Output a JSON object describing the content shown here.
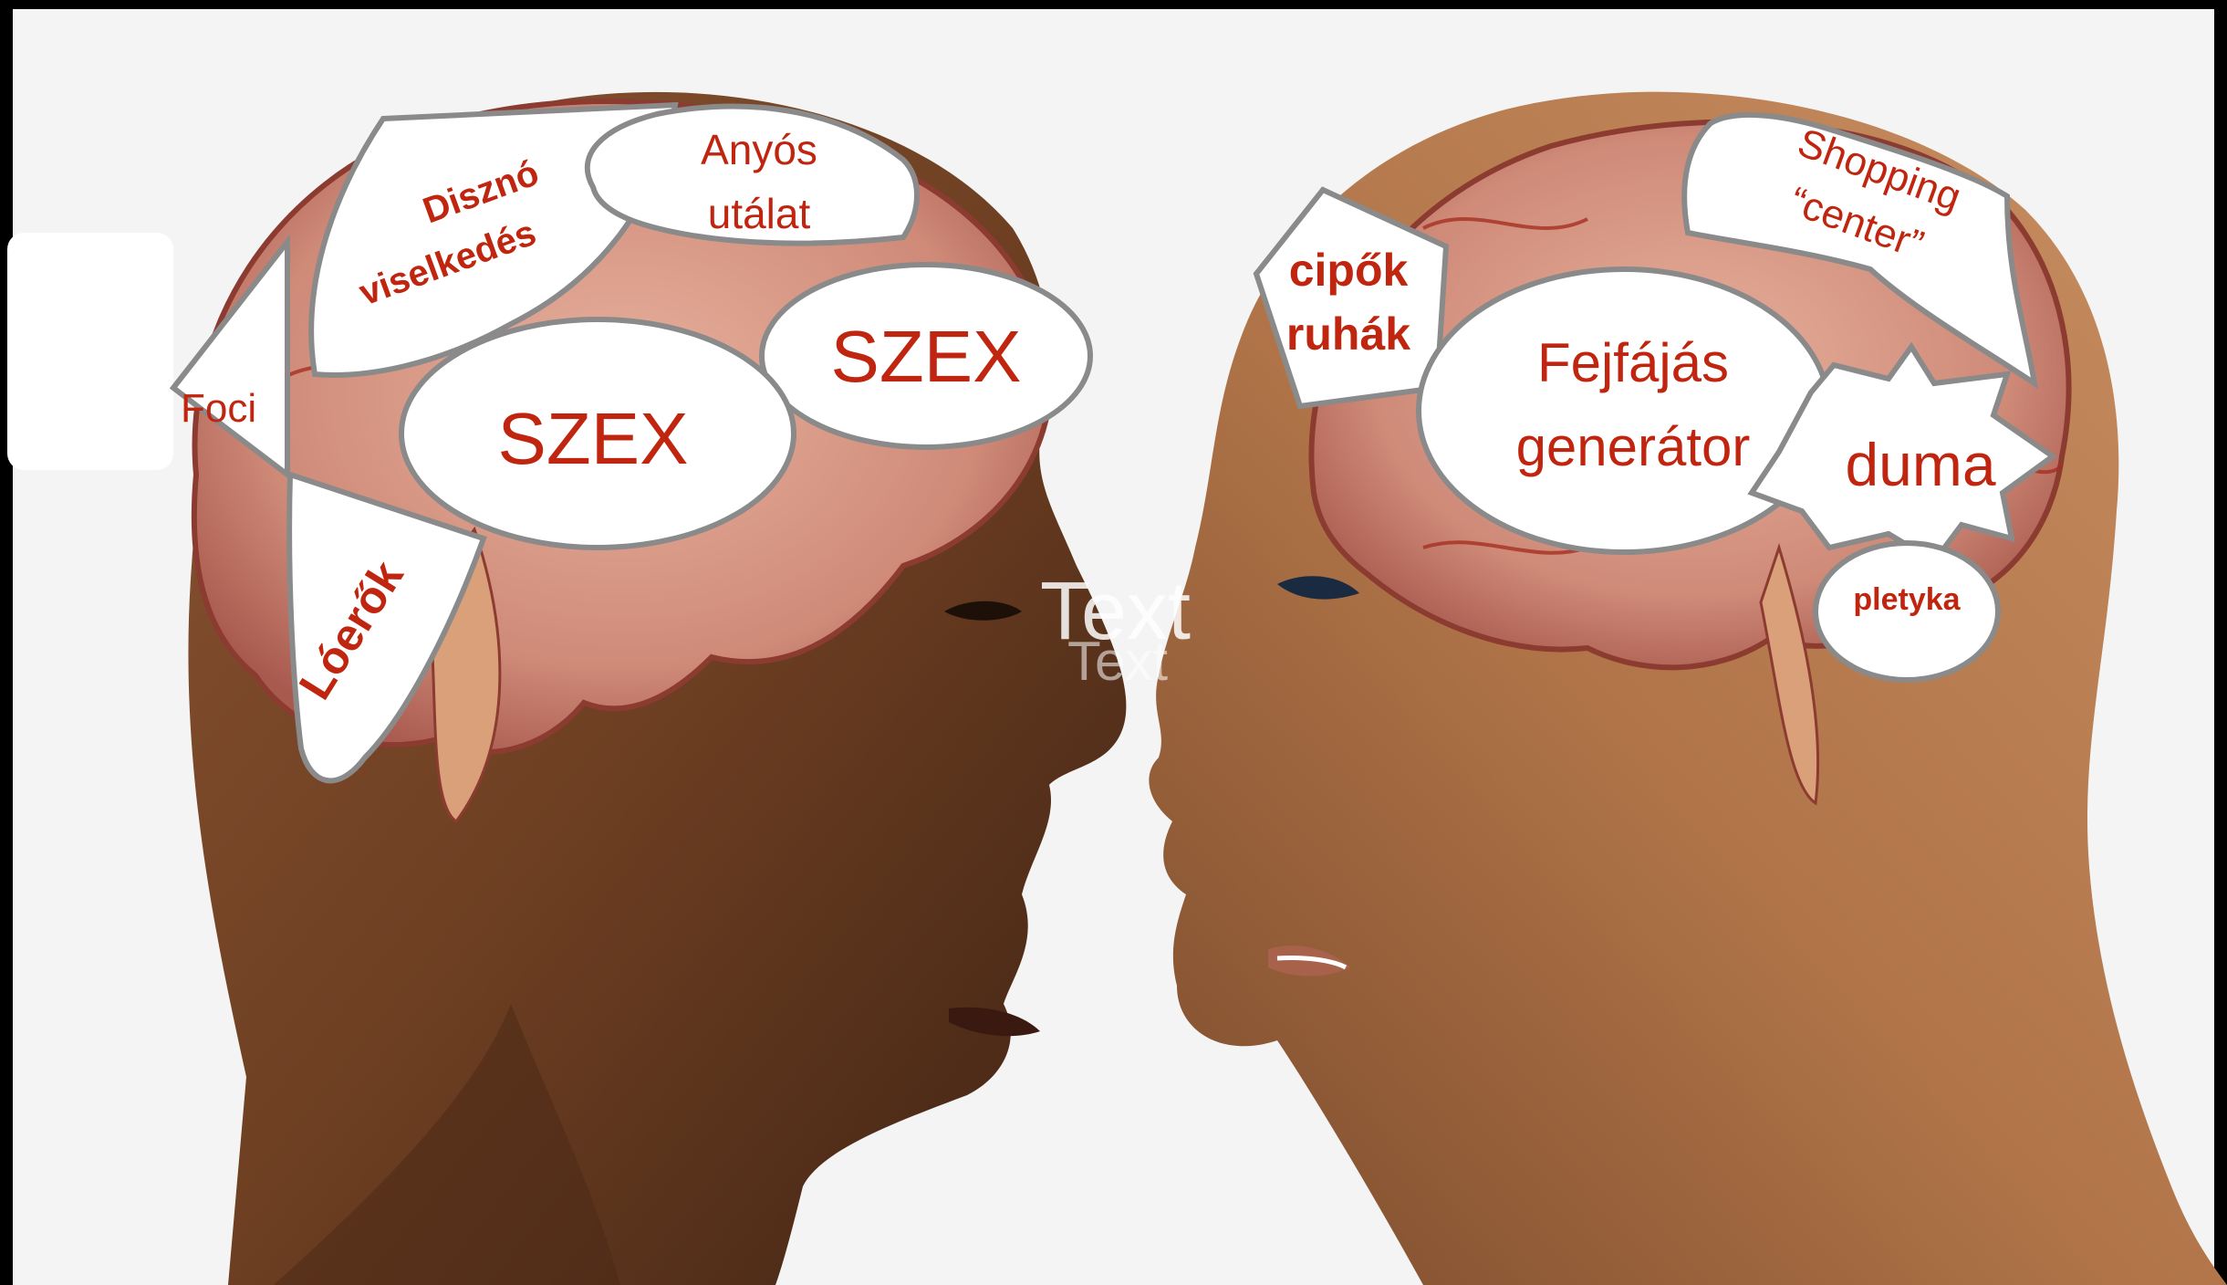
{
  "male_brain": {
    "foci": "Foci",
    "loerok": "Lóerők",
    "diszno_line1": "Disznó",
    "diszno_line2": "viselkedés",
    "anyos_line1": "Anyós",
    "anyos_line2": "utálat",
    "szex_small": "SZEX",
    "szex_large": "SZEX"
  },
  "female_brain": {
    "cipok_line1": "cipők",
    "cipok_line2": "ruhák",
    "fejfajas_line1": "Fejfájás",
    "fejfajas_line2": "generátor",
    "shopping_line1": "Shopping",
    "shopping_line2": "“center”",
    "duma": "duma",
    "pletyka": "pletyka"
  },
  "center_ghost_text": [
    "Text",
    "Text"
  ],
  "colors": {
    "label_red": "#c0260f",
    "bubble_fill": "#ffffff",
    "bubble_stroke": "#8a8a8a",
    "background": "#f4f4f4",
    "frame": "#000000"
  }
}
